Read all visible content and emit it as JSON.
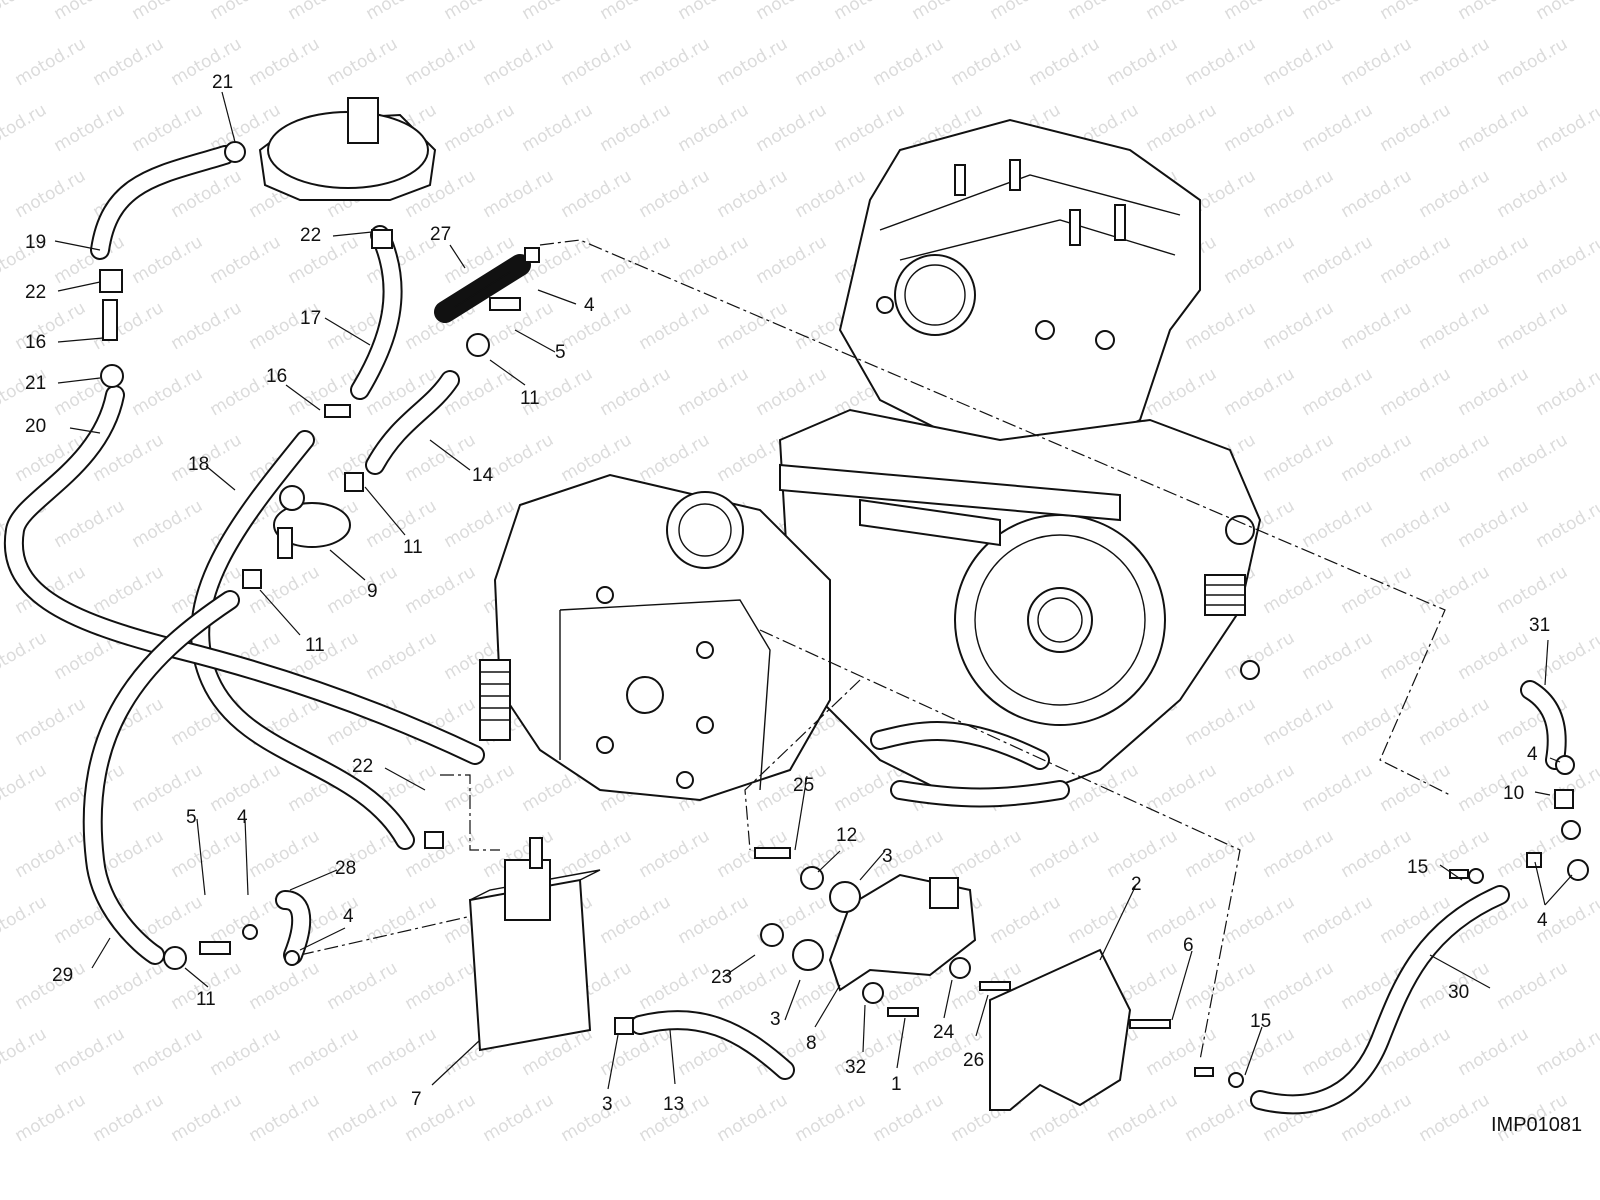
{
  "watermark": {
    "text": "motod.ru"
  },
  "diagram_code": "IMP01081",
  "callouts": [
    "1",
    "2",
    "3",
    "4",
    "5",
    "6",
    "7",
    "8",
    "9",
    "10",
    "11",
    "12",
    "13",
    "14",
    "15",
    "16",
    "17",
    "18",
    "19",
    "20",
    "21",
    "22",
    "23",
    "24",
    "25",
    "26",
    "27",
    "28",
    "29",
    "30",
    "31",
    "32"
  ],
  "colors": {
    "line": "#111111",
    "background": "#ffffff",
    "watermark": "#bfbfbf"
  }
}
